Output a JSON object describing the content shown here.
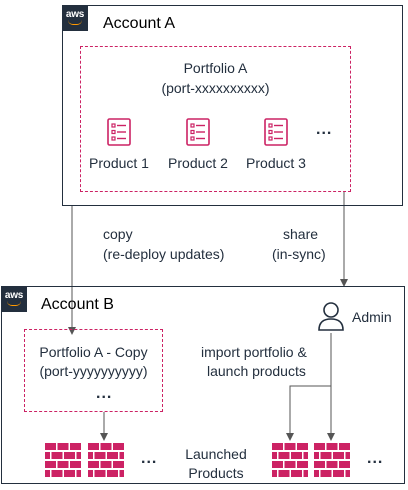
{
  "account_a": {
    "logo_text": "aws",
    "title": "Account A"
  },
  "account_b": {
    "logo_text": "aws",
    "title": "Account B"
  },
  "portfolio_a": {
    "title": "Portfolio A",
    "id": "(port-xxxxxxxxxx)",
    "products": [
      "Product 1",
      "Product 2",
      "Product 3"
    ],
    "more": "..."
  },
  "copy_arrow": {
    "line1": "copy",
    "line2": "(re-deploy updates)"
  },
  "share_arrow": {
    "line1": "share",
    "line2": "(in-sync)"
  },
  "admin": {
    "label": "Admin",
    "action_line1": "import portfolio &",
    "action_line2": "launch products"
  },
  "portfolio_copy": {
    "title": "Portfolio A - Copy",
    "id": "(port-yyyyyyyyyy)",
    "more": "..."
  },
  "launched": {
    "line1": "Launched",
    "line2": "Products",
    "more_left": "...",
    "more_right": "..."
  },
  "colors": {
    "accent": "#cc2264",
    "dark": "#232f3e",
    "aws_orange": "#ff9900"
  }
}
